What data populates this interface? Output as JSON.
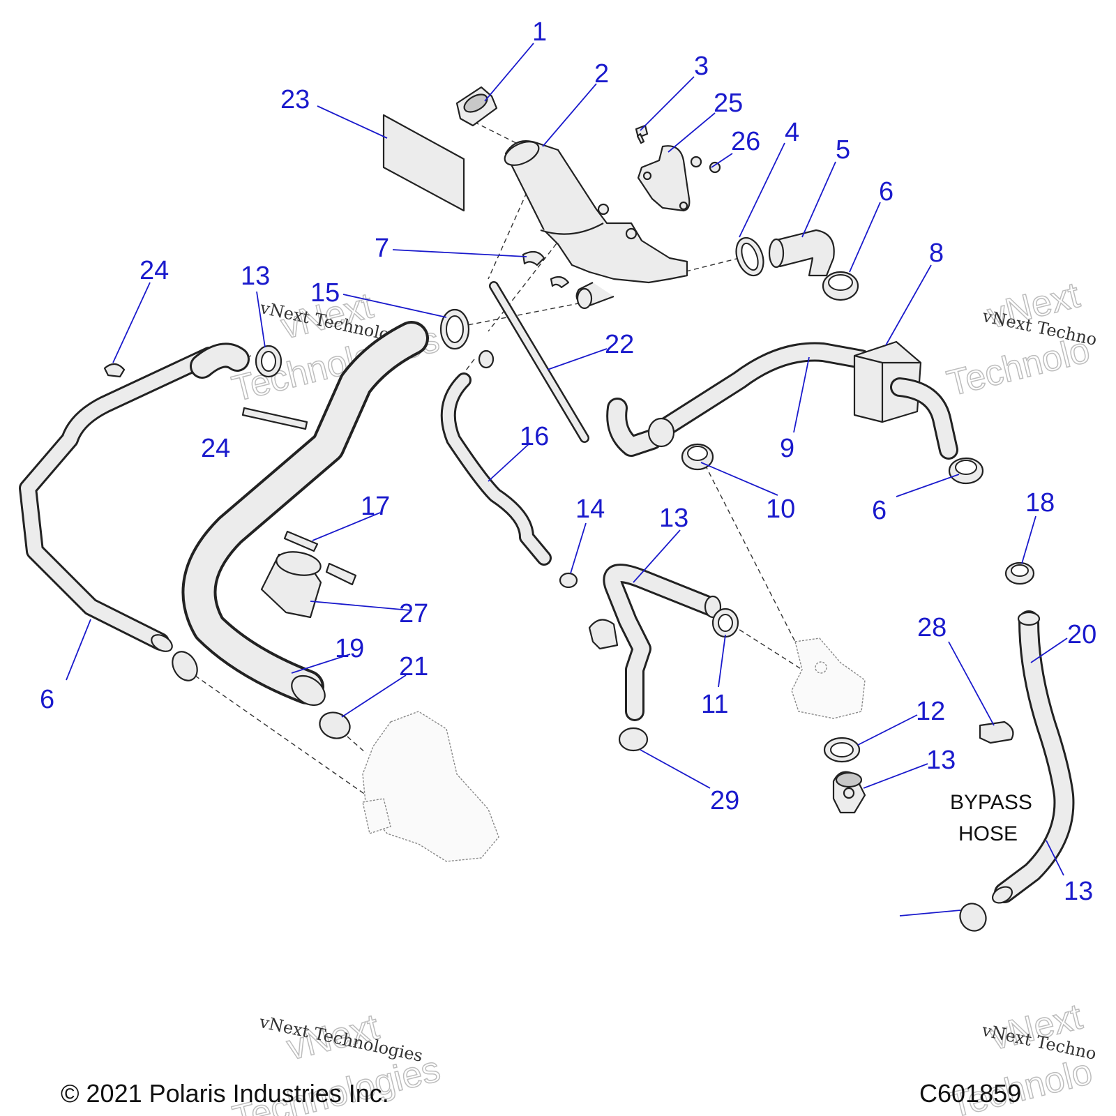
{
  "callouts": [
    "1",
    "2",
    "3",
    "25",
    "26",
    "4",
    "5",
    "6",
    "23",
    "7",
    "24",
    "13",
    "15",
    "8",
    "22",
    "9",
    "16",
    "10",
    "6",
    "24",
    "17",
    "14",
    "13",
    "18",
    "27",
    "28",
    "20",
    "19",
    "21",
    "6",
    "11",
    "12",
    "13",
    "29",
    "13"
  ],
  "notes": {
    "bypass_line1": "BYPASS",
    "bypass_line2": "HOSE"
  },
  "watermark": {
    "small": "vNext Technologies",
    "big_line1": "vNext",
    "big_line2": "Technologies",
    "small_cut": "vNext Techno",
    "big_cut_line1": "vNext",
    "big_cut_line2": "Technolo"
  },
  "footer": {
    "copyright": "© 2021 Polaris Industries Inc.",
    "drawing_id": "C601859"
  },
  "colors": {
    "callout": "#1a1acc",
    "part_fill": "#ececec",
    "outline": "#222222"
  }
}
